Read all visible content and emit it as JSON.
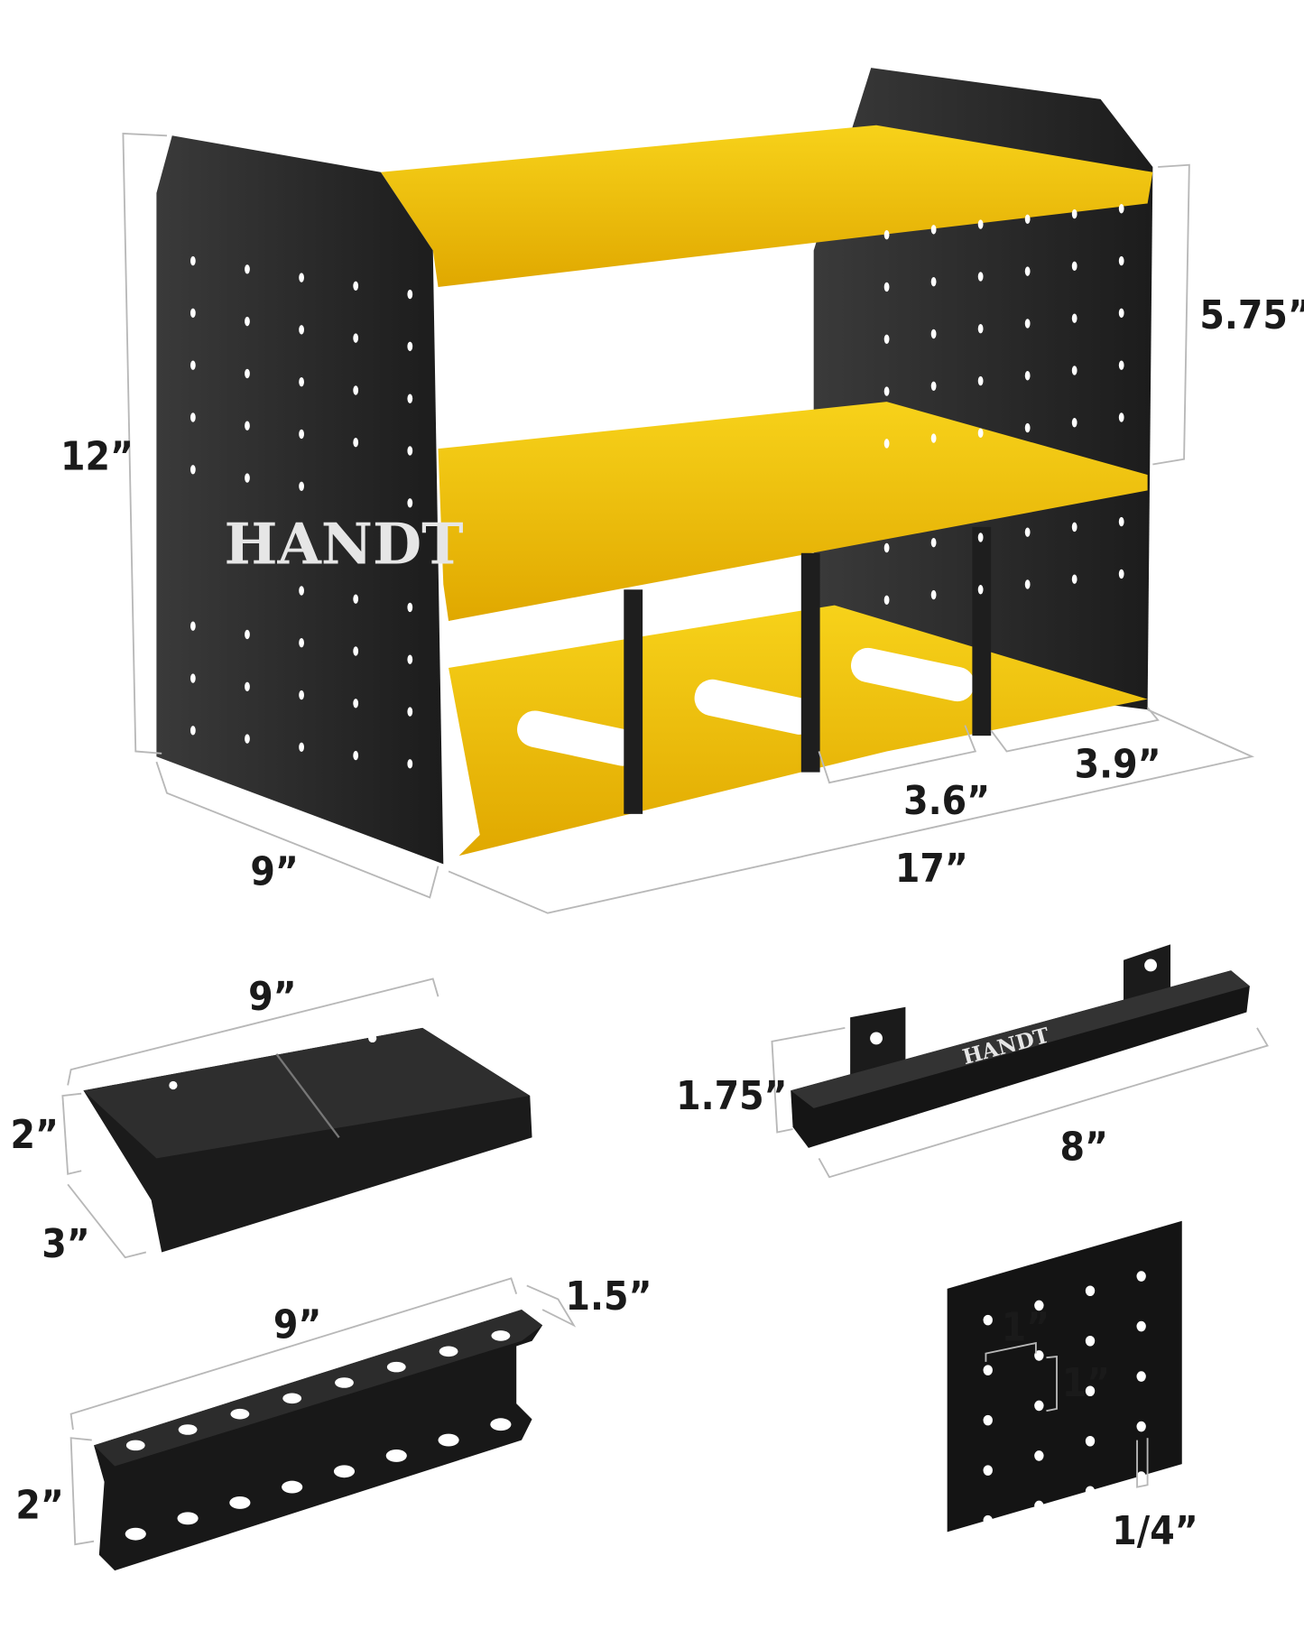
{
  "brand": {
    "logo_text": "HANDT"
  },
  "colors": {
    "shelf_yellow": "#f2c200",
    "panel_black": "#2b2b2b",
    "dimension_line": "#b8b8b8",
    "text": "#1a1a1a"
  },
  "main_rack": {
    "height": "12”",
    "depth": "9”",
    "width": "17”",
    "shelf_spacing": "5.75”",
    "slot_width_inner": "3.6”",
    "slot_width_outer": "3.9”"
  },
  "storage_bin": {
    "width": "9”",
    "height": "2”",
    "depth": "3”"
  },
  "hanging_rail": {
    "height": "1.75”",
    "width": "8”",
    "logo_text": "HANDT"
  },
  "screwdriver_holder": {
    "width": "9”",
    "depth": "1.5”",
    "height": "2”"
  },
  "pegboard": {
    "hole_spacing_horizontal": "1”",
    "hole_spacing_vertical": "1”",
    "hole_diameter": "1/4”"
  }
}
